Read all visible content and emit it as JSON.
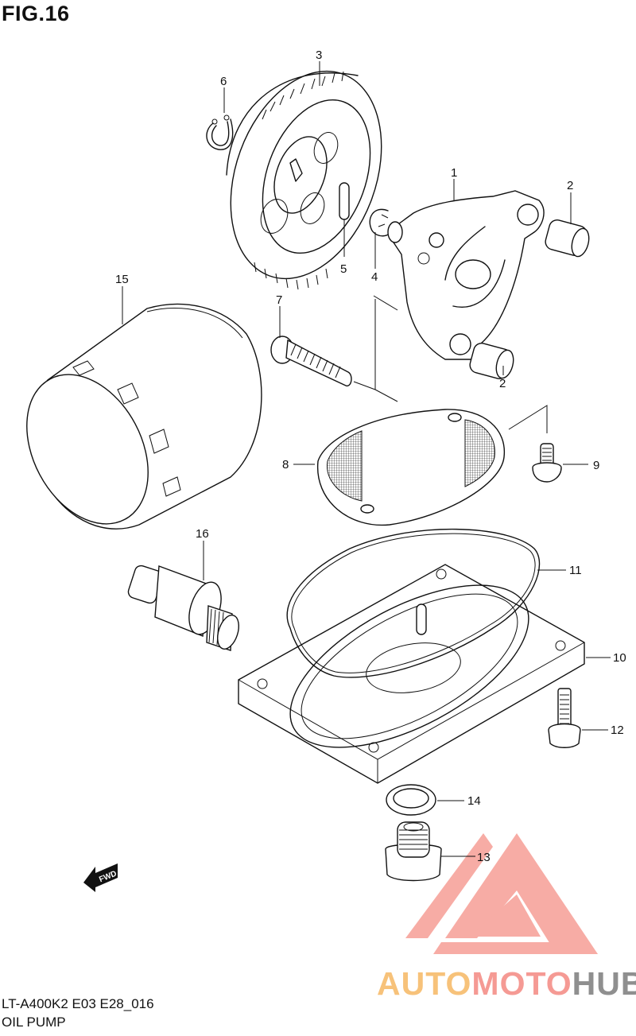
{
  "figure": {
    "title": "FIG.16",
    "model_code": "LT-A400K2 E03 E28_016",
    "section_name": "OIL PUMP"
  },
  "callouts": [
    {
      "id": "1",
      "part": "oil-pump-assembly"
    },
    {
      "id": "2",
      "part": "dowel-pin"
    },
    {
      "id": "2",
      "part": "dowel-pin"
    },
    {
      "id": "3",
      "part": "oil-pump-driven-gear"
    },
    {
      "id": "4",
      "part": "e-ring"
    },
    {
      "id": "5",
      "part": "pin"
    },
    {
      "id": "6",
      "part": "circlip"
    },
    {
      "id": "7",
      "part": "screw"
    },
    {
      "id": "8",
      "part": "oil-strainer"
    },
    {
      "id": "9",
      "part": "bolt"
    },
    {
      "id": "10",
      "part": "oil-sump-filter-cap"
    },
    {
      "id": "11",
      "part": "o-ring"
    },
    {
      "id": "12",
      "part": "bolt"
    },
    {
      "id": "13",
      "part": "drain-plug"
    },
    {
      "id": "14",
      "part": "gasket"
    },
    {
      "id": "15",
      "part": "oil-filter"
    },
    {
      "id": "16",
      "part": "oil-pressure-switch"
    }
  ],
  "direction_marker": {
    "label": "FWD",
    "icon": "arrow-left-icon"
  },
  "watermark": {
    "parts": [
      "AUTO",
      "MOTO",
      "HUB"
    ],
    "colors": [
      "#f7c27a",
      "#f59a94",
      "#8f8f8f"
    ],
    "logo_color": "#f7a49c"
  }
}
